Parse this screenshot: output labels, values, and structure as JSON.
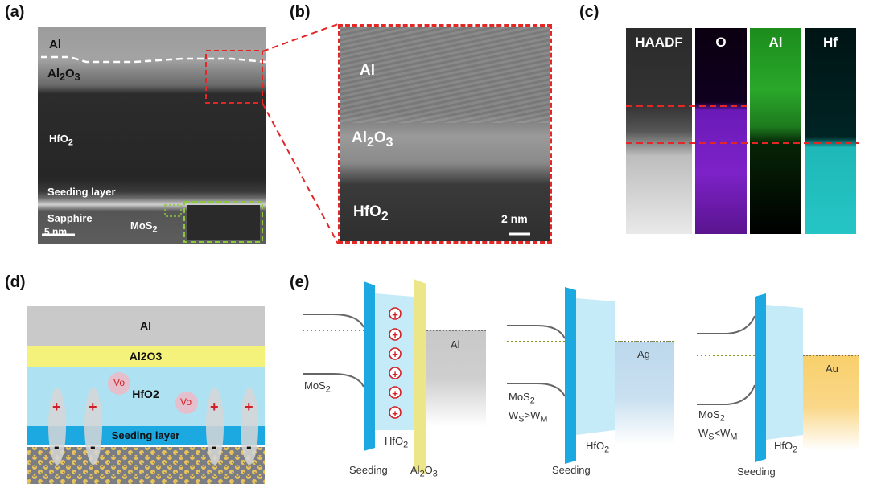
{
  "panels": {
    "a": {
      "label": "(a)",
      "layers": {
        "al": "Al",
        "al2o3_main": "Al",
        "al2o3_sub": "2",
        "al2o3_tail": "O",
        "al2o3_sub2": "3",
        "hfo2_main": "HfO",
        "hfo2_sub": "2",
        "seeding": "Seeding layer",
        "sapphire": "Sapphire",
        "mos2_main": "MoS",
        "mos2_sub": "2"
      },
      "scalebar": "5 nm"
    },
    "b": {
      "label": "(b)",
      "layers": {
        "al": "Al",
        "al2o3_main": "Al",
        "al2o3_sub": "2",
        "al2o3_tail": "O",
        "al2o3_sub2": "3",
        "hfo2_main": "HfO",
        "hfo2_sub": "2"
      },
      "scalebar": "2 nm"
    },
    "c": {
      "label": "(c)",
      "maps": [
        "HAADF",
        "O",
        "Al",
        "Hf"
      ]
    },
    "d": {
      "label": "(d)",
      "layers": {
        "al": "Al",
        "al2o3_main": "Al",
        "al2o3_sub": "2",
        "al2o3_tail": "O",
        "al2o3_sub2": "3",
        "hfo2_main": "HfO",
        "hfo2_sub": "2",
        "seeding": "Seeding layer"
      },
      "vacancy": "Vo",
      "plus": "+",
      "minus": "-"
    },
    "e": {
      "label": "(e)",
      "diagrams": [
        {
          "mos2_main": "MoS",
          "mos2_sub": "2",
          "hfo2_main": "HfO",
          "hfo2_sub": "2",
          "metal": "Al",
          "seeding": "Seeding",
          "al2o3_main": "Al",
          "al2o3_sub": "2",
          "al2o3_tail": "O",
          "al2o3_sub2": "3",
          "plus": "+"
        },
        {
          "mos2_main": "MoS",
          "mos2_sub": "2",
          "cond_w1": "W",
          "cond_s1": "S",
          "cond_op": ">",
          "cond_w2": "W",
          "cond_s2": "M",
          "hfo2_main": "HfO",
          "hfo2_sub": "2",
          "metal": "Ag",
          "seeding": "Seeding"
        },
        {
          "mos2_main": "MoS",
          "mos2_sub": "2",
          "cond_w1": "W",
          "cond_s1": "S",
          "cond_op": "<",
          "cond_w2": "W",
          "cond_s2": "M",
          "hfo2_main": "HfO",
          "hfo2_sub": "2",
          "metal": "Au",
          "seeding": "Seeding"
        }
      ]
    }
  }
}
